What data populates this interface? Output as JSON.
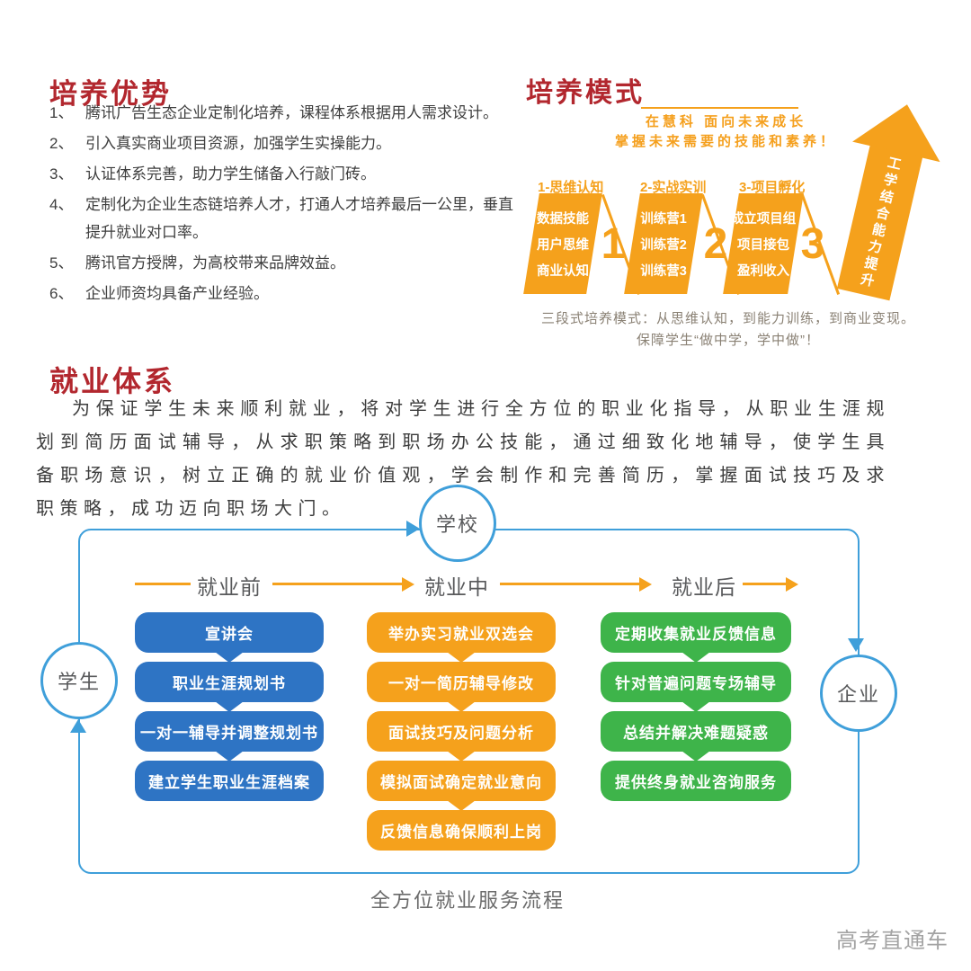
{
  "colors": {
    "heading_red": "#b2272e",
    "accent_orange": "#f5a11c",
    "box_blue": "#2e74c4",
    "box_green": "#3eb44a",
    "line_blue": "#3f9fda",
    "text_dark": "#3c3c3c",
    "label_gray": "#58595b",
    "caption_gray": "#8a8174"
  },
  "advantages": {
    "title": "培养优势",
    "items": [
      {
        "num": "1、",
        "text": "腾讯广告生态企业定制化培养，课程体系根据用人需求设计。"
      },
      {
        "num": "2、",
        "text": "引入真实商业项目资源，加强学生实操能力。"
      },
      {
        "num": "3、",
        "text": "认证体系完善，助力学生储备入行敲门砖。"
      },
      {
        "num": "4、",
        "text": "定制化为企业生态链培养人才，打通人才培养最后一公里，垂直提升就业对口率。"
      },
      {
        "num": "5、",
        "text": "腾讯官方授牌，为高校带来品牌效益。"
      },
      {
        "num": "6、",
        "text": "企业师资均具备产业经验。"
      }
    ]
  },
  "model": {
    "title": "培养模式",
    "tagline1": "在慧科 面向未来成长",
    "tagline2": "掌握未来需要的技能和素养！",
    "stages": [
      {
        "label": "1-思维认知",
        "number": "1",
        "items": [
          "数据技能",
          "用户思维",
          "商业认知"
        ]
      },
      {
        "label": "2-实战实训",
        "number": "2",
        "items": [
          "训练营1",
          "训练营2",
          "训练营3"
        ]
      },
      {
        "label": "3-项目孵化",
        "number": "3",
        "items": [
          "成立项目组",
          "项目接包",
          "盈利收入"
        ]
      }
    ],
    "arrow_text": "工学结合能力提升",
    "caption1": "三段式培养模式：从思维认知，到能力训练，到商业变现。",
    "caption2": "保障学生“做中学，学中做”！"
  },
  "employment": {
    "title": "就业体系",
    "paragraph": "为保证学生未来顺利就业，将对学生进行全方位的职业化指导，从职业生涯规划到简历面试辅导，从求职策略到职场办公技能，通过细致化地辅导，使学生具备职场意识，树立正确的就业价值观，学会制作和完善简历，掌握面试技巧及求职策略，成功迈向职场大门。"
  },
  "flow": {
    "nodes": {
      "school": "学校",
      "student": "学生",
      "company": "企业"
    },
    "columns": [
      {
        "header": "就业前",
        "items": [
          "宣讲会",
          "职业生涯规划书",
          "一对一辅导并调整规划书",
          "建立学生职业生涯档案"
        ]
      },
      {
        "header": "就业中",
        "items": [
          "举办实习就业双选会",
          "一对一简历辅导修改",
          "面试技巧及问题分析",
          "模拟面试确定就业意向",
          "反馈信息确保顺利上岗"
        ]
      },
      {
        "header": "就业后",
        "items": [
          "定期收集就业反馈信息",
          "针对普遍问题专场辅导",
          "总结并解决难题疑惑",
          "提供终身就业咨询服务"
        ]
      }
    ],
    "caption": "全方位就业服务流程"
  },
  "watermark": "高考直通车"
}
